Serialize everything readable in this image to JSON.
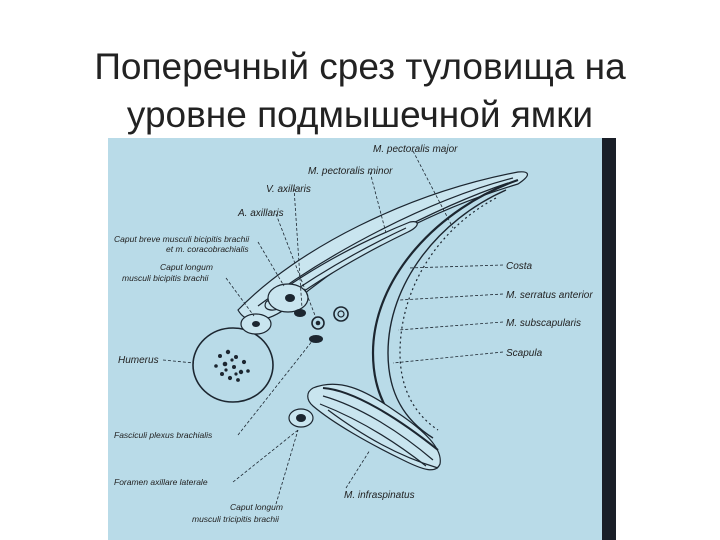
{
  "title": {
    "line1": "Поперечный срез туловища на",
    "line2": "уровне подмышечной ямки"
  },
  "labels": {
    "pectoralis_major": "M. pectoralis major",
    "pectoralis_minor": "M. pectoralis minor",
    "v_axillaris": "V. axillaris",
    "a_axillaris": "A. axillaris",
    "caput_breve_1": "Caput breve musculi bicipitis brachii",
    "caput_breve_2": "et m. coracobrachialis",
    "caput_longum_bic_1": "Caput longum",
    "caput_longum_bic_2": "musculi bicipitis brachii",
    "humerus": "Humerus",
    "costa": "Costa",
    "serratus": "M. serratus anterior",
    "subscapularis": "M. subscapularis",
    "scapula": "Scapula",
    "fasciculi": "Fasciculi plexus brachialis",
    "foramen": "Foramen axillare laterale",
    "infraspinatus": "M. infraspinatus",
    "caput_longum_tri_1": "Caput longum",
    "caput_longum_tri_2": "musculi tricipitis brachii"
  },
  "colors": {
    "background": "#b9dbe8",
    "ink": "#1c2630"
  }
}
